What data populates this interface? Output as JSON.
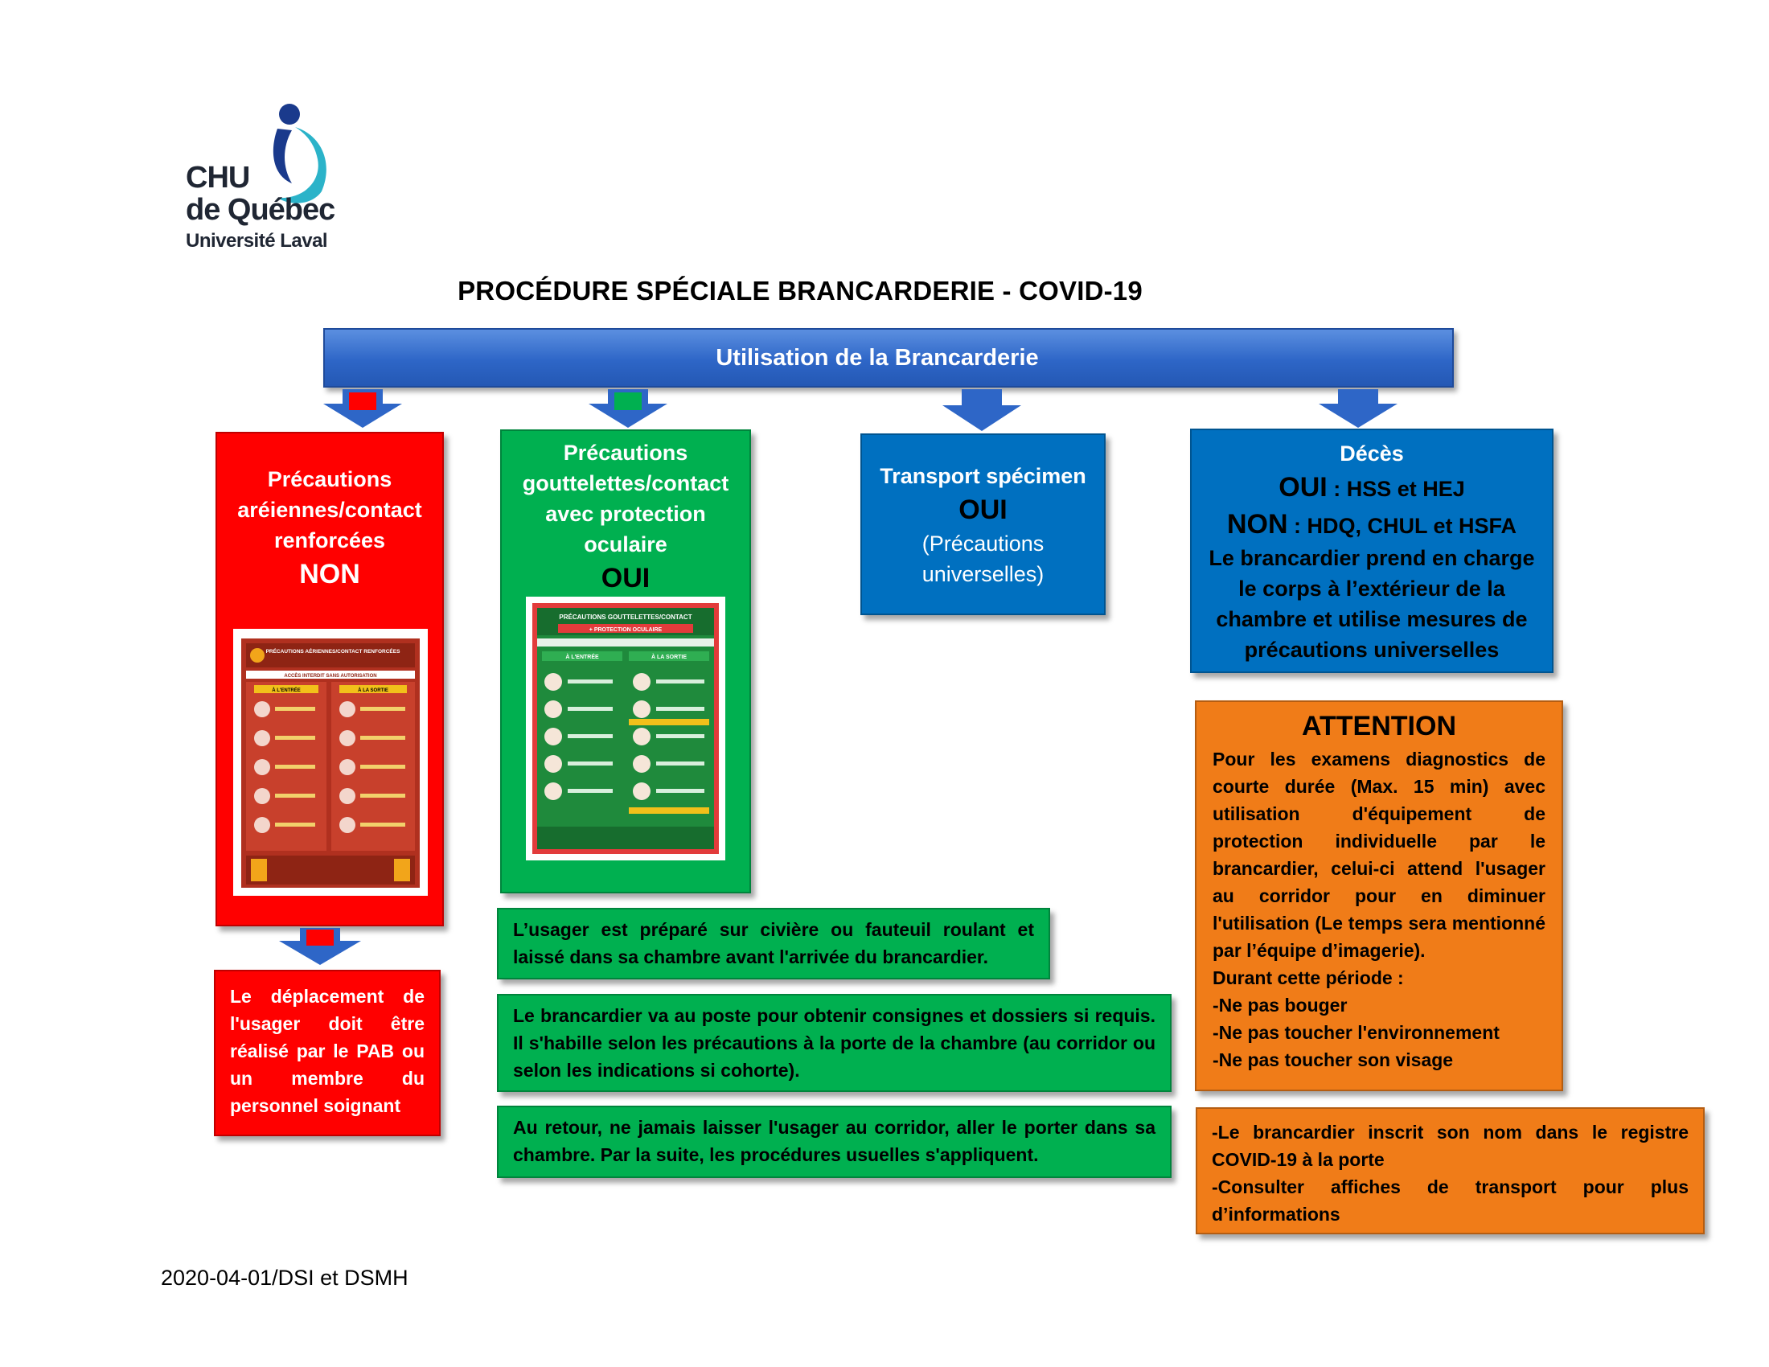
{
  "logo": {
    "line1": "CHU",
    "line2": "de Québec",
    "line3": "Université Laval",
    "colors": {
      "dark": "#1f2633",
      "accent": "#2bb3c9",
      "navy": "#1a3a8c"
    }
  },
  "title": "PROCÉDURE SPÉCIALE BRANCARDERIE - COVID-19",
  "top_bar": {
    "label": "Utilisation de la Brancarderie"
  },
  "airborne": {
    "line1": "Précautions",
    "line2": "aréiennes/contact",
    "line3": "renforcées",
    "answer": "NON",
    "poster": {
      "title": "PRÉCAUTIONS AÉRIENNES/CONTACT RENFORCÉES",
      "subtitle": "ACCÈS INTERDIT SANS AUTORISATION",
      "col_left": "À L'ENTRÉE",
      "col_right": "À LA SORTIE"
    }
  },
  "droplet": {
    "line1": "Précautions",
    "line2": "gouttelettes/contact",
    "line3": "avec protection",
    "line4": "oculaire",
    "answer": "OUI",
    "poster": {
      "title": "PRÉCAUTIONS GOUTTELETTES/CONTACT",
      "subtitle": "+ PROTECTION OCULAIRE",
      "col_left": "À L'ENTRÉE",
      "col_right": "À LA SORTIE"
    }
  },
  "specimen": {
    "line1": "Transport spécimen",
    "answer": "OUI",
    "note1": "(Précautions",
    "note2": "universelles)"
  },
  "deces": {
    "title": "Décès",
    "oui": "OUI",
    "oui_sites": " : HSS et HEJ",
    "non": "NON",
    "non_sites": " : HDQ, CHUL et HSFA",
    "line1": "Le brancardier prend en charge",
    "line2": "le corps à l’extérieur de la",
    "line3": "chambre et utilise mesures de",
    "line4": "précautions universelles"
  },
  "pab": {
    "text": "Le déplacement de l'usager doit être réalisé par le PAB ou un membre du personnel soignant"
  },
  "steps": [
    "L’usager est préparé sur civière ou fauteuil roulant et laissé dans sa chambre avant l'arrivée du brancardier.",
    "Le brancardier va au poste pour obtenir consignes et dossiers si requis. Il s'habille selon les précautions à la porte de la chambre (au corridor ou selon les indications si cohorte).",
    "Au retour, ne jamais laisser l'usager au corridor, aller le porter dans sa chambre. Par la suite, les procédures usuelles s'appliquent."
  ],
  "attention": {
    "title": "ATTENTION",
    "body": "Pour les examens diagnostics de courte durée (Max. 15 min) avec utilisation d'équipement de protection individuelle par le brancardier, celui-ci attend l'usager au corridor pour en diminuer l'utilisation (Le temps sera mentionné par l’équipe d’imagerie).",
    "during": "Durant cette période :",
    "items": [
      "-Ne pas bouger",
      "-Ne pas toucher l'environnement",
      "-Ne pas toucher son visage"
    ]
  },
  "registre": {
    "line1": "-Le brancardier inscrit son nom dans le registre COVID-19 à la porte",
    "line2": "-Consulter affiches de transport pour plus d’informations"
  },
  "footer": "2020-04-01/DSI et DSMH",
  "colors": {
    "red": "#ff0000",
    "green": "#00b050",
    "blue": "#0070c0",
    "orange": "#f07c18",
    "bar_blue": "#2e66c7",
    "arrow_blue": "#2e66c7"
  }
}
